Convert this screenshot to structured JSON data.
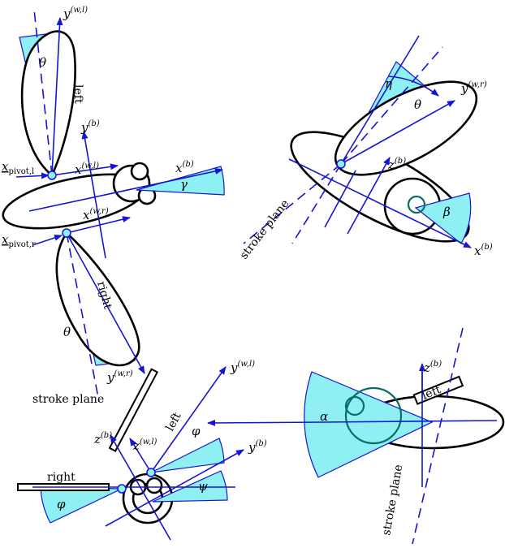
{
  "labels": {
    "y_wl_top": "y",
    "y_wl_top_sup": "(w,l)",
    "theta": "θ",
    "left": "left",
    "right": "right",
    "y_b": "y",
    "y_b_sup": "(b)",
    "x_b": "x",
    "x_b_sup": "(b)",
    "x_wl": "x",
    "x_wl_sup": "(w,l)",
    "x_wr": "x",
    "x_wr_sup": "(w,r)",
    "gamma": "γ",
    "x_pivot_l": "x",
    "x_pivot_l_sub": "pivot,l",
    "x_pivot_r": "x",
    "x_pivot_r_sub": "pivot,r",
    "y_wr": "y",
    "y_wr_sup": "(w,r)",
    "eta": "η",
    "z_b": "z",
    "z_b_sup": "(b)",
    "beta": "β",
    "stroke_plane": "stroke plane",
    "phi": "φ",
    "psi": "ψ",
    "z_wl": "z",
    "z_wl_sup": "(w,l)",
    "alpha": "α"
  }
}
